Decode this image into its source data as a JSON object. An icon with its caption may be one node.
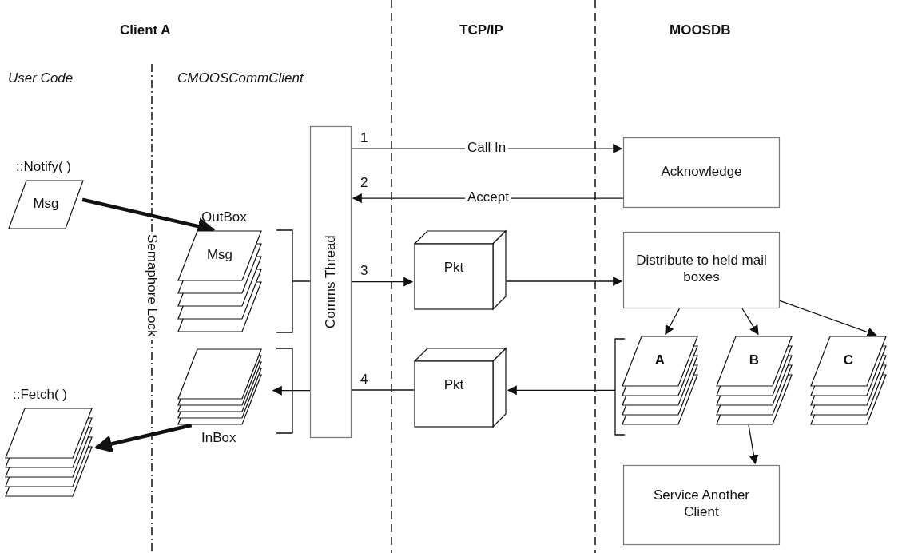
{
  "diagram": {
    "nodes": [
      {
        "text": [
          "Msg"
        ],
        "beside": [
          "::Notify( )"
        ]
      },
      {
        "text": [
          "Msg"
        ],
        "beside": [
          "OutBox"
        ]
      },
      {
        "text": [],
        "shape": "stack",
        "beside": [
          "InBox"
        ]
      },
      {
        "text": [],
        "shape": "stack",
        "beside": [
          "::Fetch( )"
        ]
      },
      {
        "text": [
          "Comms Thread"
        ]
      },
      {
        "text": [
          "Acknowledge"
        ]
      },
      {
        "text": [
          "Pkt"
        ]
      },
      {
        "text": [
          "Distribute to held mail boxes"
        ]
      },
      {
        "text": [
          "Pkt"
        ]
      },
      {
        "text": [
          "A"
        ]
      },
      {
        "text": [
          "B"
        ]
      },
      {
        "text": [
          "C"
        ]
      },
      {
        "text": [
          "Service Another Client"
        ]
      }
    ],
    "edges": [
      {
        "from": 0,
        "to": 1,
        "arrow": "to",
        "style": "thick"
      },
      {
        "from": 1,
        "to": 4,
        "arrow": "none"
      },
      {
        "from": 4,
        "to": 5,
        "arrow": "to",
        "label": "Call In"
      },
      {
        "from": 5,
        "to": 4,
        "arrow": "to",
        "label": "Accept"
      },
      {
        "from": 4,
        "to": 6,
        "arrow": "to"
      },
      {
        "from": 6,
        "to": 7,
        "arrow": "to"
      },
      {
        "from": 7,
        "to": 9,
        "arrow": "to"
      },
      {
        "from": 7,
        "to": 10,
        "arrow": "to"
      },
      {
        "from": 7,
        "to": 11,
        "arrow": "to"
      },
      {
        "from": 9,
        "to": 8,
        "arrow": "to"
      },
      {
        "from": 8,
        "to": 4,
        "arrow": "none"
      },
      {
        "from": 4,
        "to": 2,
        "arrow": "to"
      },
      {
        "from": 10,
        "to": 12,
        "arrow": "to"
      },
      {
        "from": 2,
        "to": 3,
        "arrow": "to",
        "style": "thick"
      }
    ],
    "labels": [
      "Client A",
      "TCP/IP",
      "MOOSDB",
      "User Code",
      "CMOOSCommClient",
      "Semaphore Lock",
      "1",
      "2",
      "3",
      "4"
    ]
  }
}
